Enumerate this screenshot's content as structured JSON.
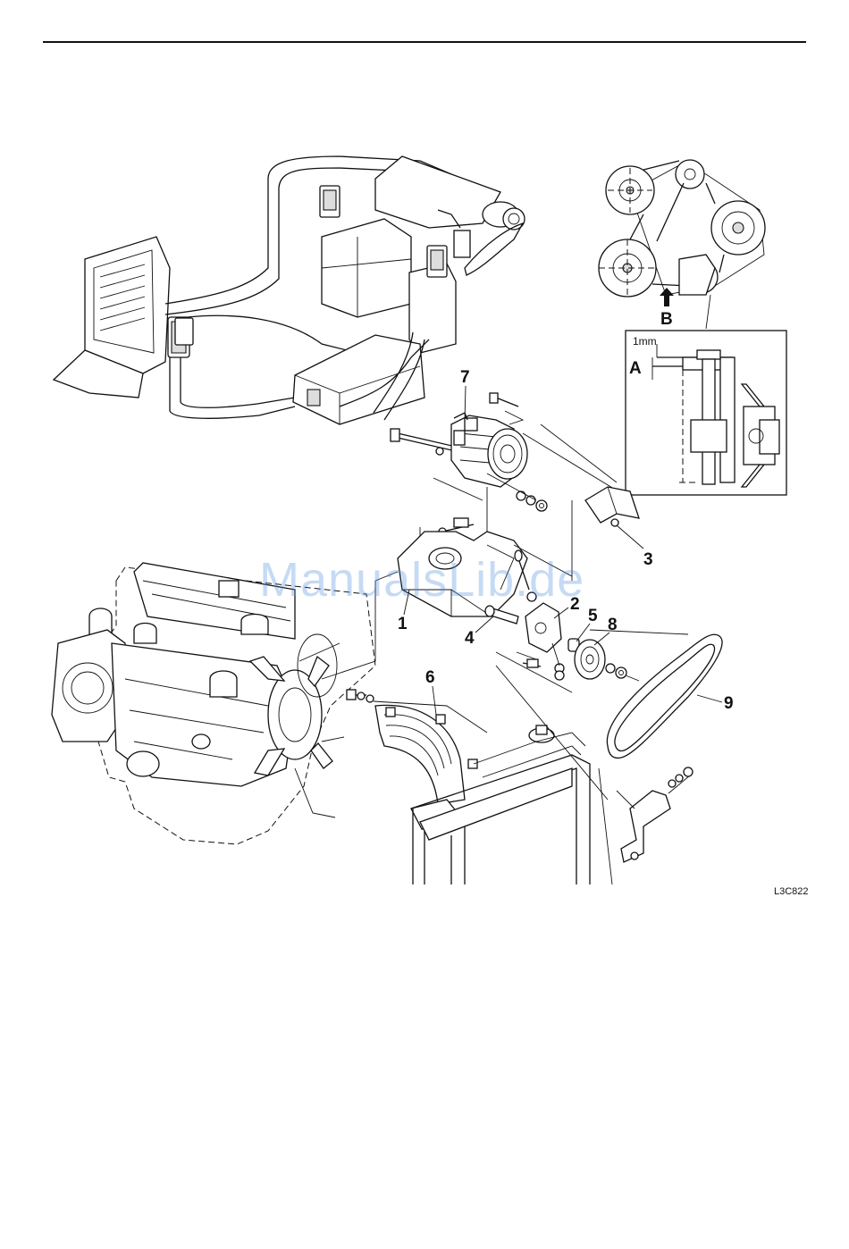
{
  "figure_code": "L3C822",
  "watermark": "ManualsLib.de",
  "detail_labels": {
    "view_b": "B",
    "point_a": "A",
    "gap": "1mm"
  },
  "callouts": {
    "c1": "1",
    "c2": "2",
    "c3": "3",
    "c4": "4",
    "c5": "5",
    "c6": "6",
    "c7": "7",
    "c8": "8",
    "c9": "9"
  }
}
